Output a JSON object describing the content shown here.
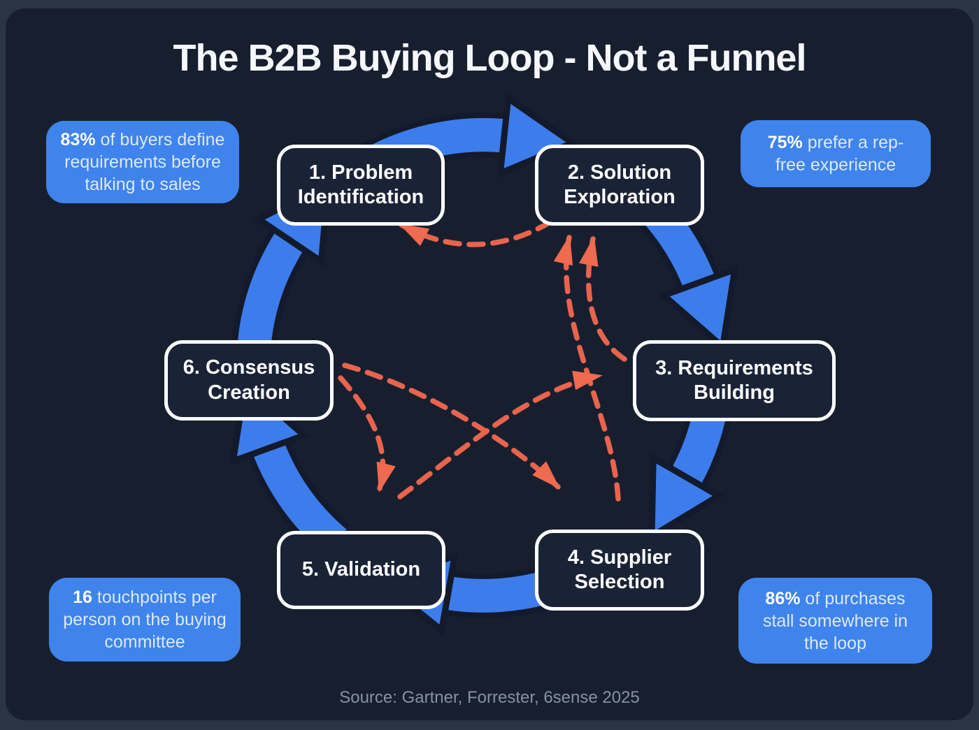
{
  "title": "The B2B Buying Loop - Not a Funnel",
  "stages": [
    {
      "label": "1. Problem Identification"
    },
    {
      "label": "2. Solution Exploration"
    },
    {
      "label": "3. Requirements Building"
    },
    {
      "label": "4. Supplier Selection"
    },
    {
      "label": "5. Validation"
    },
    {
      "label": "6. Consensus Creation"
    }
  ],
  "stats": [
    {
      "position": "top-left",
      "value": "83%",
      "text": "of buyers define requirements before talking to sales"
    },
    {
      "position": "top-right",
      "value": "75%",
      "text": "prefer a rep-free experience"
    },
    {
      "position": "bottom-left",
      "value": "16",
      "text": "touchpoints per person on the buying committee"
    },
    {
      "position": "bottom-right",
      "value": "86%",
      "text": "of purchases stall somewhere in the loop"
    }
  ],
  "source": "Source: Gartner, Forrester, 6sense 2025",
  "colors": {
    "background": "#171f2f",
    "backdrop": "#2a3444",
    "stage_box_fill": "#1a2336",
    "stage_box_border": "#ffffff",
    "stat_box_fill": "#3f83ec",
    "loop_arrow_blue": "#3d7ceb",
    "jump_arrow_red": "#e8644c",
    "title_text": "#f5f7fa",
    "source_text": "#8591a5"
  }
}
